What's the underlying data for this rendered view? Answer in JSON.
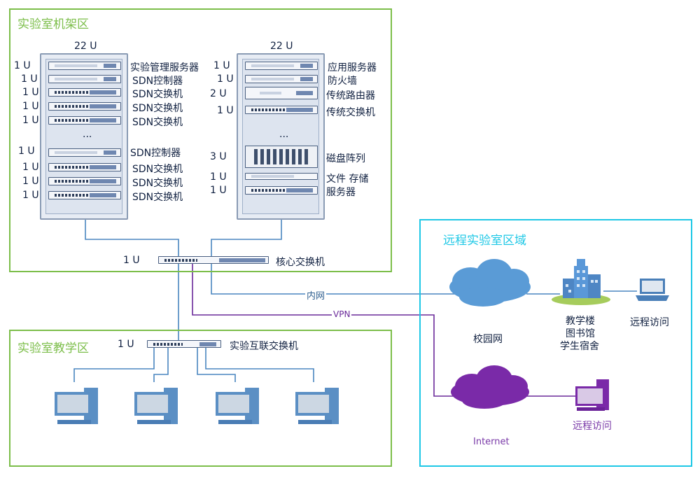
{
  "zones": {
    "rack_area": {
      "title": "实验室机架区",
      "color": "#7cbe4a"
    },
    "teaching_area": {
      "title": "实验室教学区",
      "color": "#7cbe4a"
    },
    "remote_area": {
      "title": "远程实验室区域",
      "color": "#1ec8e6"
    }
  },
  "rack_left": {
    "capacity": "22 U",
    "rows": [
      {
        "u": "1 U",
        "label": "实验管理服务器"
      },
      {
        "u": "1 U",
        "label": "SDN控制器"
      },
      {
        "u": "1 U",
        "label": "SDN交换机"
      },
      {
        "u": "1 U",
        "label": "SDN交换机"
      },
      {
        "u": "1 U",
        "label": "SDN交换机"
      },
      {
        "u": "1 U",
        "label": "SDN控制器"
      },
      {
        "u": "1 U",
        "label": "SDN交换机"
      },
      {
        "u": "1 U",
        "label": "SDN交换机"
      },
      {
        "u": "1 U",
        "label": "SDN交换机"
      }
    ],
    "ellipsis": "..."
  },
  "rack_right": {
    "capacity": "22 U",
    "rows": [
      {
        "u": "1 U",
        "label": "应用服务器"
      },
      {
        "u": "1 U",
        "label": "防火墙"
      },
      {
        "u": "2 U",
        "label": "传统路由器"
      },
      {
        "u": "1 U",
        "label": "传统交换机"
      },
      {
        "u": "3 U",
        "label": "磁盘阵列"
      },
      {
        "u": "1 U",
        "label": "文件 存储"
      },
      {
        "u": "1 U",
        "label": "服务器"
      }
    ],
    "ellipsis": "..."
  },
  "core_switch": {
    "u": "1 U",
    "label": "核心交换机"
  },
  "lab_switch": {
    "u": "1 U",
    "label": "实验互联交换机"
  },
  "links": {
    "intranet": "内网",
    "vpn": "VPN"
  },
  "campus": {
    "cloud_label": "校园网",
    "building_lines": [
      "教学楼",
      "图书馆",
      "学生宿舍"
    ],
    "remote_access": "远程访问"
  },
  "internet": {
    "cloud_label": "Internet",
    "remote_access": "远程访问"
  },
  "colors": {
    "line_blue": "#4a86c0",
    "vpn_purple": "#6a2a9a",
    "cloud_blue": "#5a9bd6",
    "cloud_purple": "#7a2aa8",
    "text_purple": "#7a3aa8"
  }
}
